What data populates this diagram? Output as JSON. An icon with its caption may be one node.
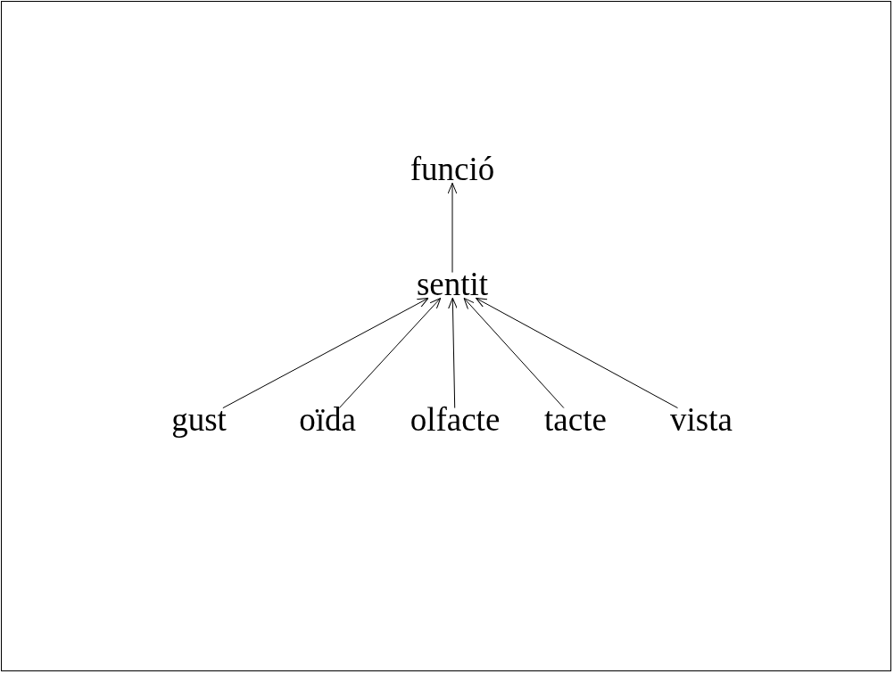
{
  "diagram": {
    "nodes": [
      {
        "text": [
          "funció"
        ]
      },
      {
        "text": [
          "sentit"
        ]
      },
      {
        "text": [
          "gust"
        ]
      },
      {
        "text": [
          "oïda"
        ]
      },
      {
        "text": [
          "olfacte"
        ]
      },
      {
        "text": [
          "tacte"
        ]
      },
      {
        "text": [
          "vista"
        ]
      }
    ],
    "edges": [
      {
        "from": 1,
        "to": 0,
        "arrow": "to"
      },
      {
        "from": 2,
        "to": 1,
        "arrow": "to"
      },
      {
        "from": 3,
        "to": 1,
        "arrow": "to"
      },
      {
        "from": 4,
        "to": 1,
        "arrow": "to"
      },
      {
        "from": 5,
        "to": 1,
        "arrow": "to"
      },
      {
        "from": 6,
        "to": 1,
        "arrow": "to"
      }
    ]
  }
}
